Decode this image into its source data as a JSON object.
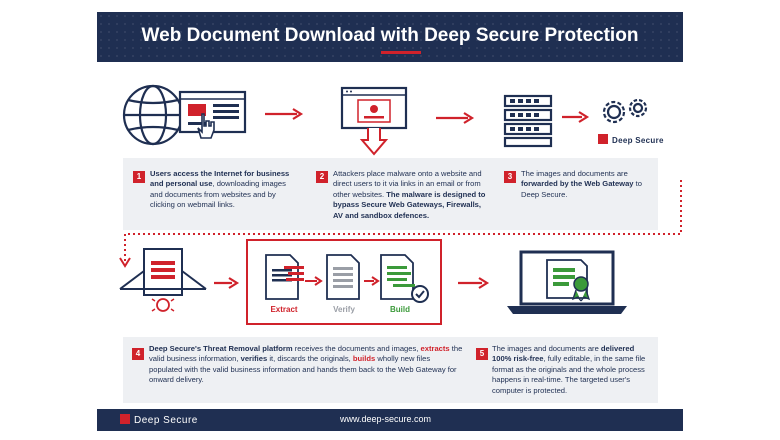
{
  "header": {
    "title": "Web Document Download with Deep Secure Protection"
  },
  "brand": {
    "name": "Deep Secure"
  },
  "footer": {
    "logo": "Deep Secure",
    "url": "www.deep-secure.com"
  },
  "process": {
    "extract": "Extract",
    "verify": "Verify",
    "build": "Build"
  },
  "steps": [
    {
      "number": "1",
      "parts": [
        {
          "t": "Users access the Internet for business and personal use",
          "s": "b"
        },
        {
          "t": ", downloading images and documents from websites and by clicking on webmail links.",
          "s": ""
        }
      ]
    },
    {
      "number": "2",
      "parts": [
        {
          "t": "Attackers place malware onto a website and direct users to it via links in an email or from other websites. ",
          "s": ""
        },
        {
          "t": "The malware is designed to bypass Secure Web Gateways, Firewalls, AV and sandbox defences.",
          "s": "b"
        }
      ]
    },
    {
      "number": "3",
      "parts": [
        {
          "t": "The images and documents are ",
          "s": ""
        },
        {
          "t": "forwarded by the Web Gateway",
          "s": "b"
        },
        {
          "t": " to Deep Secure.",
          "s": ""
        }
      ]
    },
    {
      "number": "4",
      "parts": [
        {
          "t": "Deep Secure's Threat Removal platform",
          "s": "b"
        },
        {
          "t": " receives the documents and images, ",
          "s": ""
        },
        {
          "t": "extracts",
          "s": "r"
        },
        {
          "t": " the valid business information, ",
          "s": ""
        },
        {
          "t": "verifies",
          "s": "b"
        },
        {
          "t": " it, discards the originals, ",
          "s": ""
        },
        {
          "t": "builds",
          "s": "r"
        },
        {
          "t": " wholly new files populated with the valid business information and hands them back to the Web Gateway for onward delivery.",
          "s": ""
        }
      ]
    },
    {
      "number": "5",
      "parts": [
        {
          "t": "The images and documents are ",
          "s": ""
        },
        {
          "t": "delivered 100% risk-free",
          "s": "b"
        },
        {
          "t": ", fully editable, in the same file format as the originals and the whole process happens in real-time. The targeted user's computer is protected.",
          "s": ""
        }
      ]
    }
  ]
}
